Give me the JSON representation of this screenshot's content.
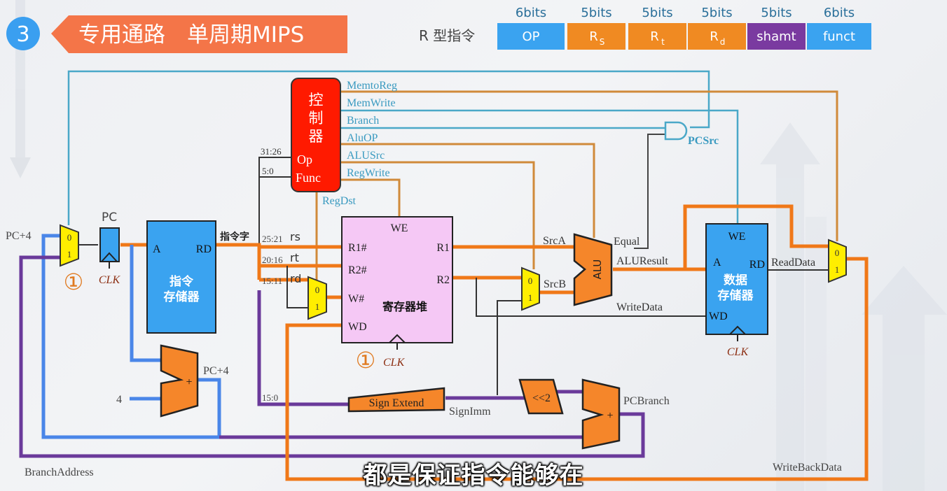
{
  "header": {
    "step_number": "3",
    "title": "专用通路　单周期MIPS"
  },
  "instruction_format": {
    "label": "R 型指令",
    "fields": [
      {
        "bits": "6bits",
        "name": "OP",
        "sub": "",
        "color": "#3aa3f0"
      },
      {
        "bits": "5bits",
        "name": "R",
        "sub": "S",
        "color": "#f08a22"
      },
      {
        "bits": "5bits",
        "name": "R",
        "sub": "t",
        "color": "#f08a22"
      },
      {
        "bits": "5bits",
        "name": "R",
        "sub": "d",
        "color": "#f08a22"
      },
      {
        "bits": "5bits",
        "name": "shamt",
        "sub": "",
        "color": "#7a3aa0"
      },
      {
        "bits": "6bits",
        "name": "funct",
        "sub": "",
        "color": "#3aa3f0"
      }
    ]
  },
  "colors": {
    "orange_wire": "#f07818",
    "thin_orange": "#d08a3a",
    "blue_wire": "#4a86e8",
    "cyan_control": "#4aa8c8",
    "purple_wire": "#6a3a9a",
    "memory_block": "#3aa3f0",
    "regfile": "#f5c8f5",
    "controller": "#ff1a00",
    "alu": "#f5862a",
    "mux": "#ffee00",
    "clk_text": "#8b2c10"
  },
  "controller": {
    "title_chars": [
      "控",
      "制",
      "器"
    ],
    "op_label": "Op",
    "func_label": "Func",
    "op_bits": "31:26",
    "func_bits": "5:0",
    "signals": [
      "MemtoReg",
      "MemWrite",
      "Branch",
      "AluOP",
      "ALUSrc",
      "RegWrite"
    ],
    "regdst": "RegDst"
  },
  "pc": {
    "label": "PC",
    "clk": "CLK",
    "mux_in0_label": "PC+4",
    "mux_0": "0",
    "mux_1": "1",
    "step_marker": "①"
  },
  "instr_mem": {
    "port_a": "A",
    "port_rd": "RD",
    "name_line1": "指令",
    "name_line2": "存储器",
    "output_label": "指令字"
  },
  "fields": {
    "rs_bits": "25:21",
    "rs": "rs",
    "rt_bits": "20:16",
    "rt": "rt",
    "rd_bits": "15:11",
    "rd": "rd",
    "imm_bits": "15:0"
  },
  "regfile": {
    "we": "WE",
    "r1n": "R1#",
    "r2n": "R2#",
    "wn": "W#",
    "wd": "WD",
    "r1": "R1",
    "r2": "R2",
    "name": "寄存器堆",
    "clk": "CLK",
    "step_marker": "①"
  },
  "alu": {
    "label": "ALU",
    "srca": "SrcA",
    "srcb": "SrcB",
    "equal": "Equal",
    "result": "ALUResult",
    "write_data": "WriteData"
  },
  "and_gate": {
    "output": "PCSrc"
  },
  "data_mem": {
    "we": "WE",
    "a": "A",
    "rd": "RD",
    "wd": "WD",
    "name_line1": "数据",
    "name_line2": "存储器",
    "clk": "CLK",
    "read_data": "ReadData"
  },
  "adder_pc": {
    "const": "4",
    "output": "PC+4",
    "op": "+"
  },
  "sign_extend": {
    "label": "Sign Extend",
    "output": "SignImm"
  },
  "shift": {
    "label": "<<2"
  },
  "adder_branch": {
    "op": "+",
    "output": "PCBranch"
  },
  "labels": {
    "branch_address": "BranchAddress",
    "write_back_data": "WriteBackData"
  },
  "mux_labels": {
    "zero": "0",
    "one": "1"
  },
  "subtitle": "都是保证指令能够在"
}
